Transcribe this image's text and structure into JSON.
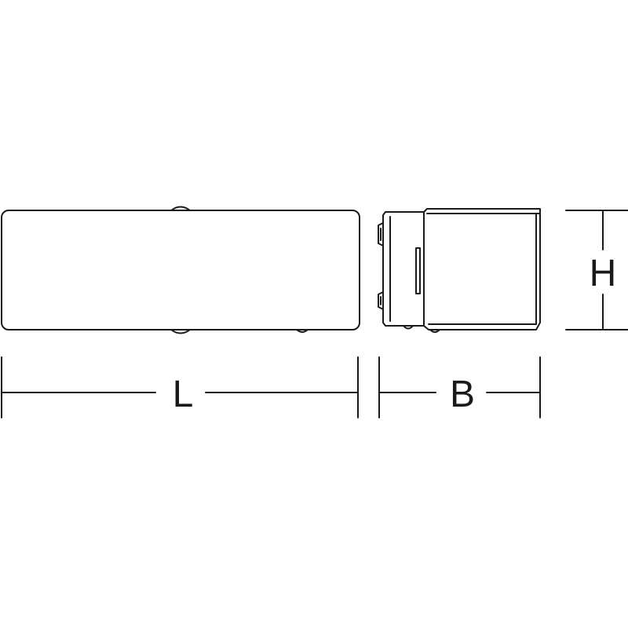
{
  "dimensions": {
    "length_label": "L",
    "width_label": "B",
    "height_label": "H"
  },
  "colors": {
    "line": "#1a1a1a",
    "background": "#ffffff"
  }
}
